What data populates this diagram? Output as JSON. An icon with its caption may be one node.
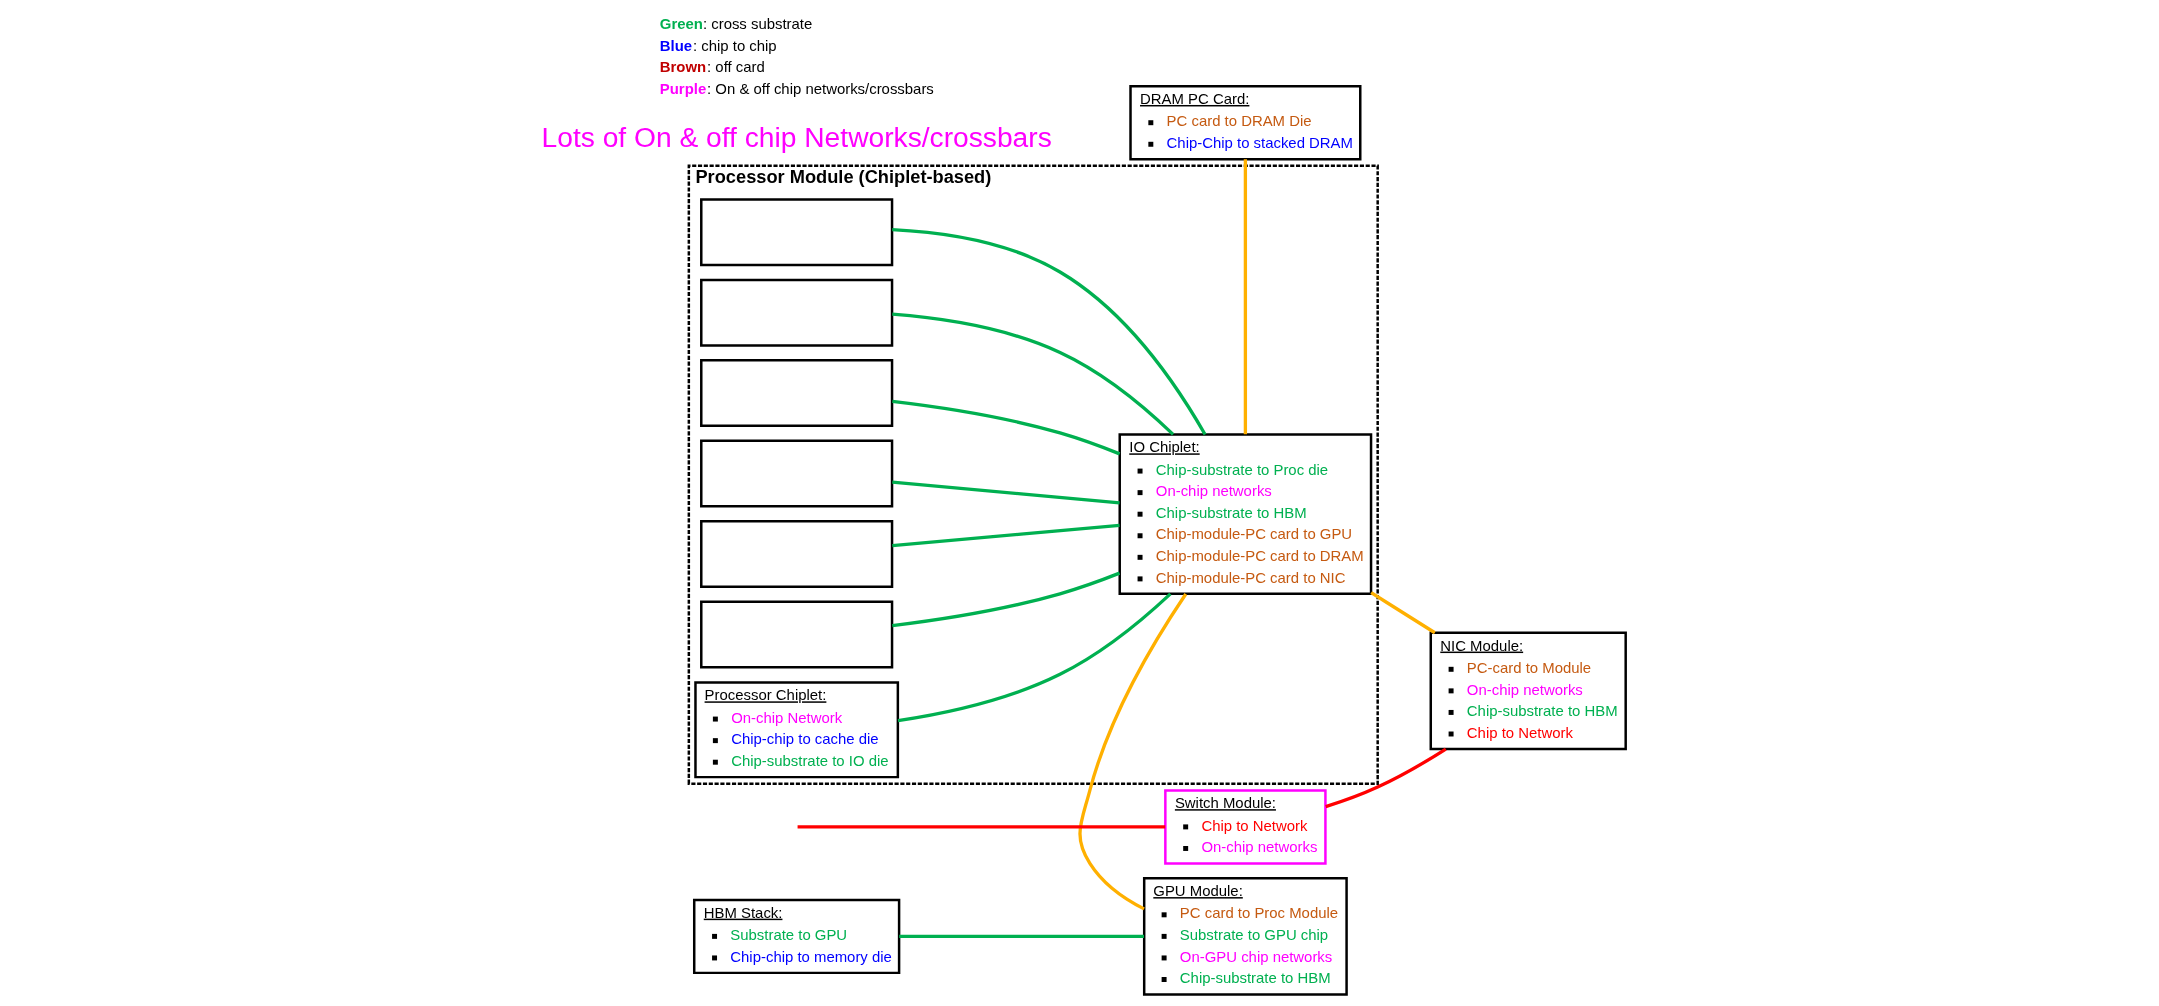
{
  "diagram": {
    "nodes": [
      {
        "text": [
          "HBM Stack:",
          "Substrate to GPU",
          "Chip-chip to memory die"
        ]
      },
      {
        "text": [
          "GPU Module:",
          "PC card to Proc Module",
          "Substrate to GPU chip",
          "On-GPU chip networks",
          "Chip-substrate to HBM"
        ]
      },
      {
        "text": [
          "Switch Module:",
          "Chip to Network",
          "On-chip networks"
        ]
      },
      {
        "text": [
          "Processor Module (Chiplet-based)"
        ]
      },
      {
        "text": [],
        "shape": "box",
        "in": 3
      },
      {
        "text": [],
        "shape": "box",
        "in": 3
      },
      {
        "text": [],
        "shape": "box",
        "in": 3
      },
      {
        "text": [],
        "shape": "box",
        "in": 3
      },
      {
        "text": [],
        "shape": "box",
        "in": 3
      },
      {
        "text": [],
        "shape": "box",
        "in": 3
      },
      {
        "text": [
          "Processor Chiplet:",
          "On-chip Network",
          "Chip-chip to cache die",
          "Chip-substrate to IO die"
        ],
        "in": 3
      },
      {
        "text": [
          "IO Chiplet:",
          "Chip-substrate to Proc die",
          "On-chip networks",
          "Chip-substrate to HBM",
          "Chip-module-PC card to GPU",
          "Chip-module-PC card to DRAM",
          "Chip-module-PC card to NIC"
        ],
        "in": 3
      },
      {
        "text": [
          "NIC Module:",
          "PC-card to Module",
          "On-chip networks",
          "Chip-substrate to HBM",
          "Chip to Network"
        ]
      },
      {
        "text": [
          "DRAM PC Card:",
          "PC card to DRAM Die",
          "Chip-Chip to stacked DRAM"
        ]
      }
    ],
    "edges": [
      {
        "from": 0,
        "to": 1,
        "arrow": "none"
      },
      {
        "from": 1,
        "to": 11,
        "arrow": "none",
        "color": "#ffb000"
      },
      {
        "from": null,
        "to": 2,
        "arrow": "none",
        "color": "#ff0000"
      },
      {
        "from": 2,
        "to": 12,
        "arrow": "none",
        "color": "#ff0000"
      },
      {
        "from": 4,
        "to": 11,
        "arrow": "none"
      },
      {
        "from": 5,
        "to": 11,
        "arrow": "none"
      },
      {
        "from": 6,
        "to": 11,
        "arrow": "none"
      },
      {
        "from": 7,
        "to": 11,
        "arrow": "none"
      },
      {
        "from": 8,
        "to": 11,
        "arrow": "none"
      },
      {
        "from": 9,
        "to": 11,
        "arrow": "none"
      },
      {
        "from": 10,
        "to": 11,
        "arrow": "none"
      },
      {
        "from": 11,
        "to": 12,
        "arrow": "none",
        "color": "#ffb000"
      },
      {
        "from": 11,
        "to": 13,
        "arrow": "none",
        "color": "#ffb000"
      }
    ],
    "labels": [
      "Lots of On & off chip Networks/crossbars"
    ],
    "legend": [
      {
        "text": "Green: cross substrate",
        "color": "#00b050"
      },
      {
        "text": "Blue: chip to chip",
        "color": "#0000ff"
      },
      {
        "text": "Brown: off card",
        "color": "#c00000"
      },
      {
        "text": "Purple: On & off chip networks/crossbars",
        "color": "#ff00ff"
      }
    ]
  }
}
